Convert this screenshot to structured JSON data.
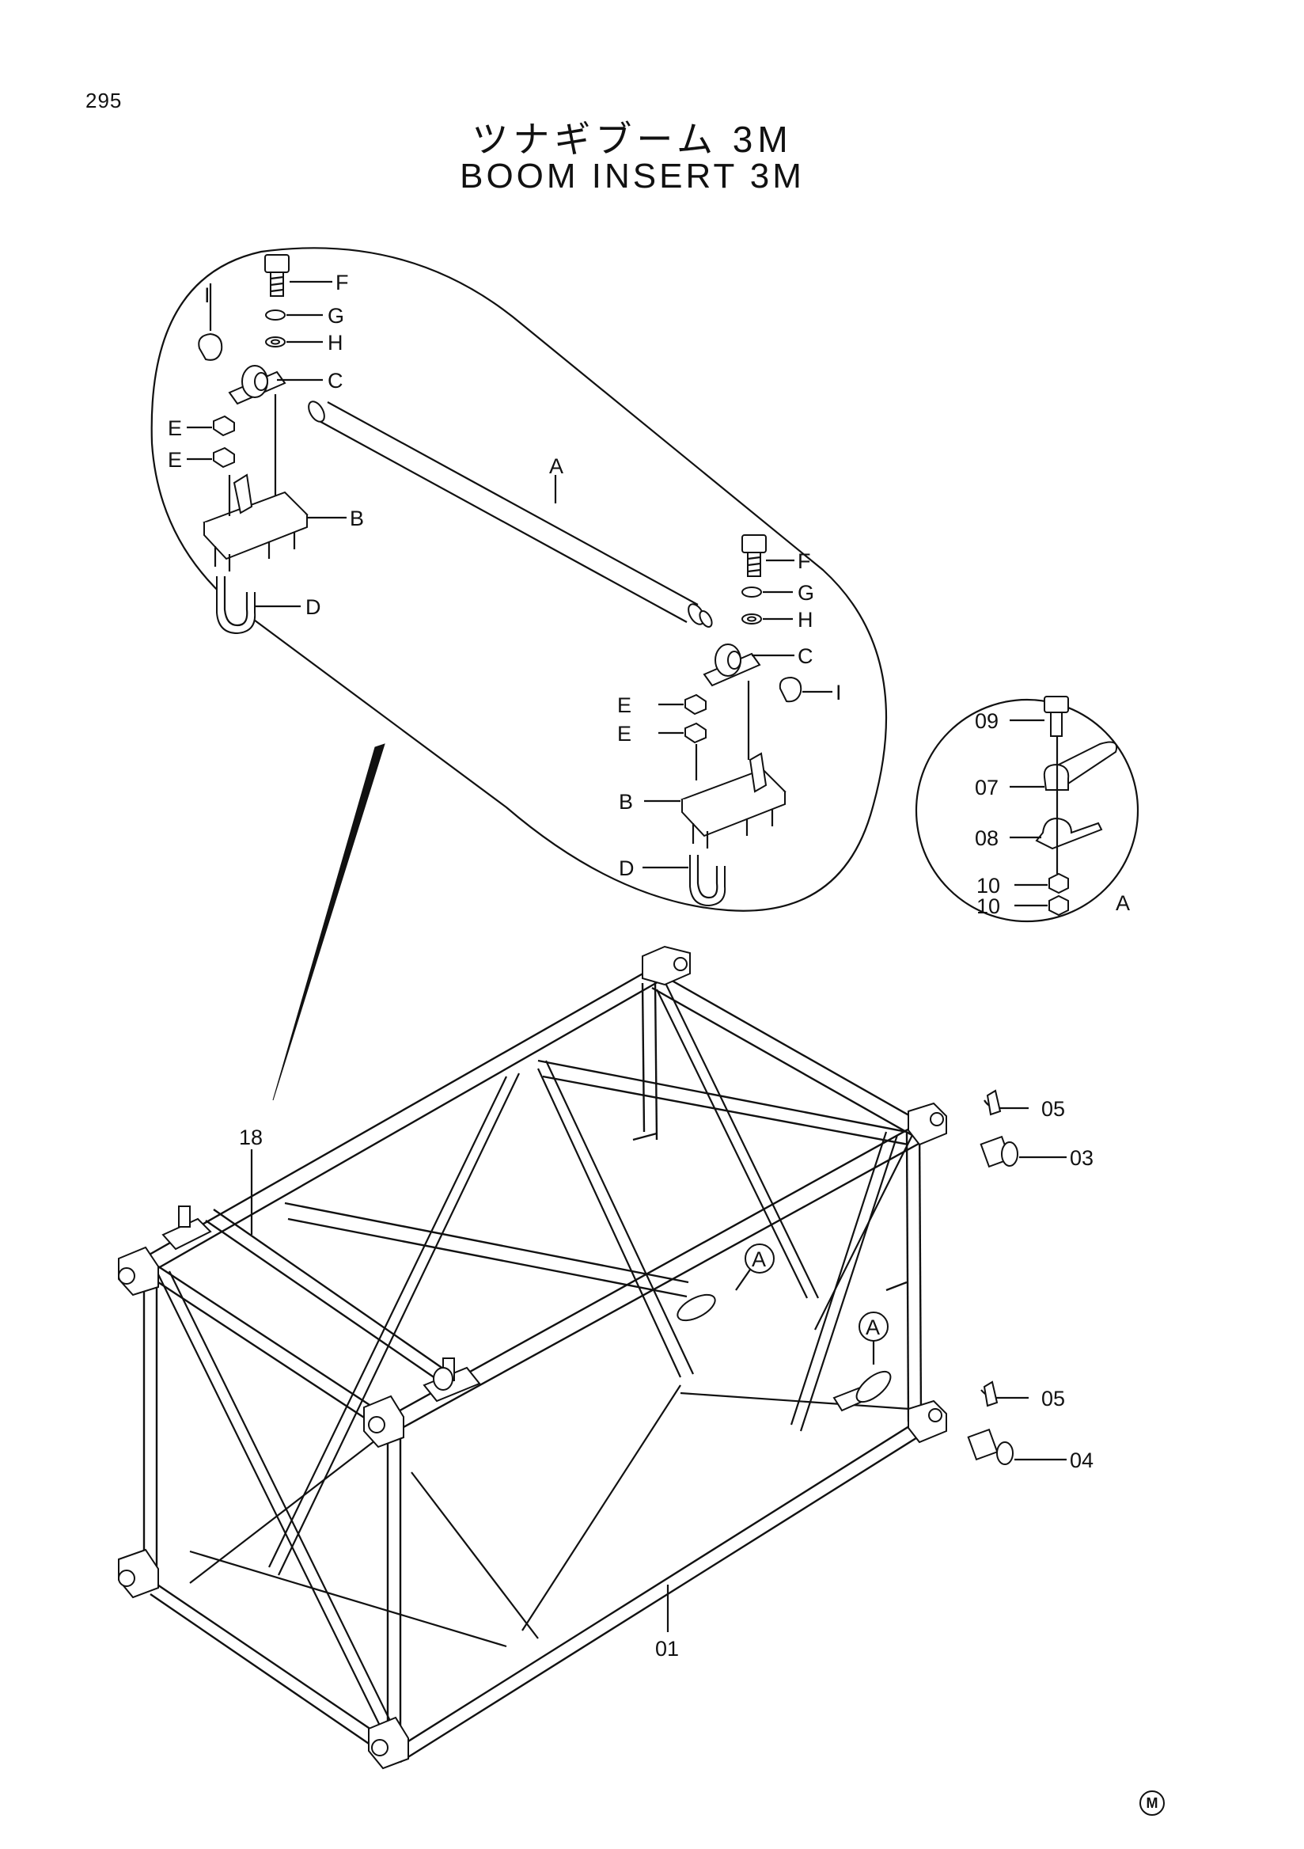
{
  "page": {
    "number": "295",
    "title_jp": "ツナギブーム 3M",
    "title_en": "BOOM INSERT 3M",
    "maker_mark": "M"
  },
  "detail_main": {
    "callouts": {
      "A": "A",
      "B": "B",
      "C": "C",
      "D": "D",
      "E": "E",
      "F": "F",
      "G": "G",
      "H": "H",
      "I": "I"
    }
  },
  "detail_clamp": {
    "parts": {
      "p09": "09",
      "p07": "07",
      "p08": "08",
      "p10": "10"
    },
    "view_label": "A"
  },
  "frame": {
    "parts": {
      "p18": "18",
      "p05": "05",
      "p03": "03",
      "p04": "04",
      "p01": "01"
    },
    "view_markers": [
      "A",
      "A"
    ]
  }
}
